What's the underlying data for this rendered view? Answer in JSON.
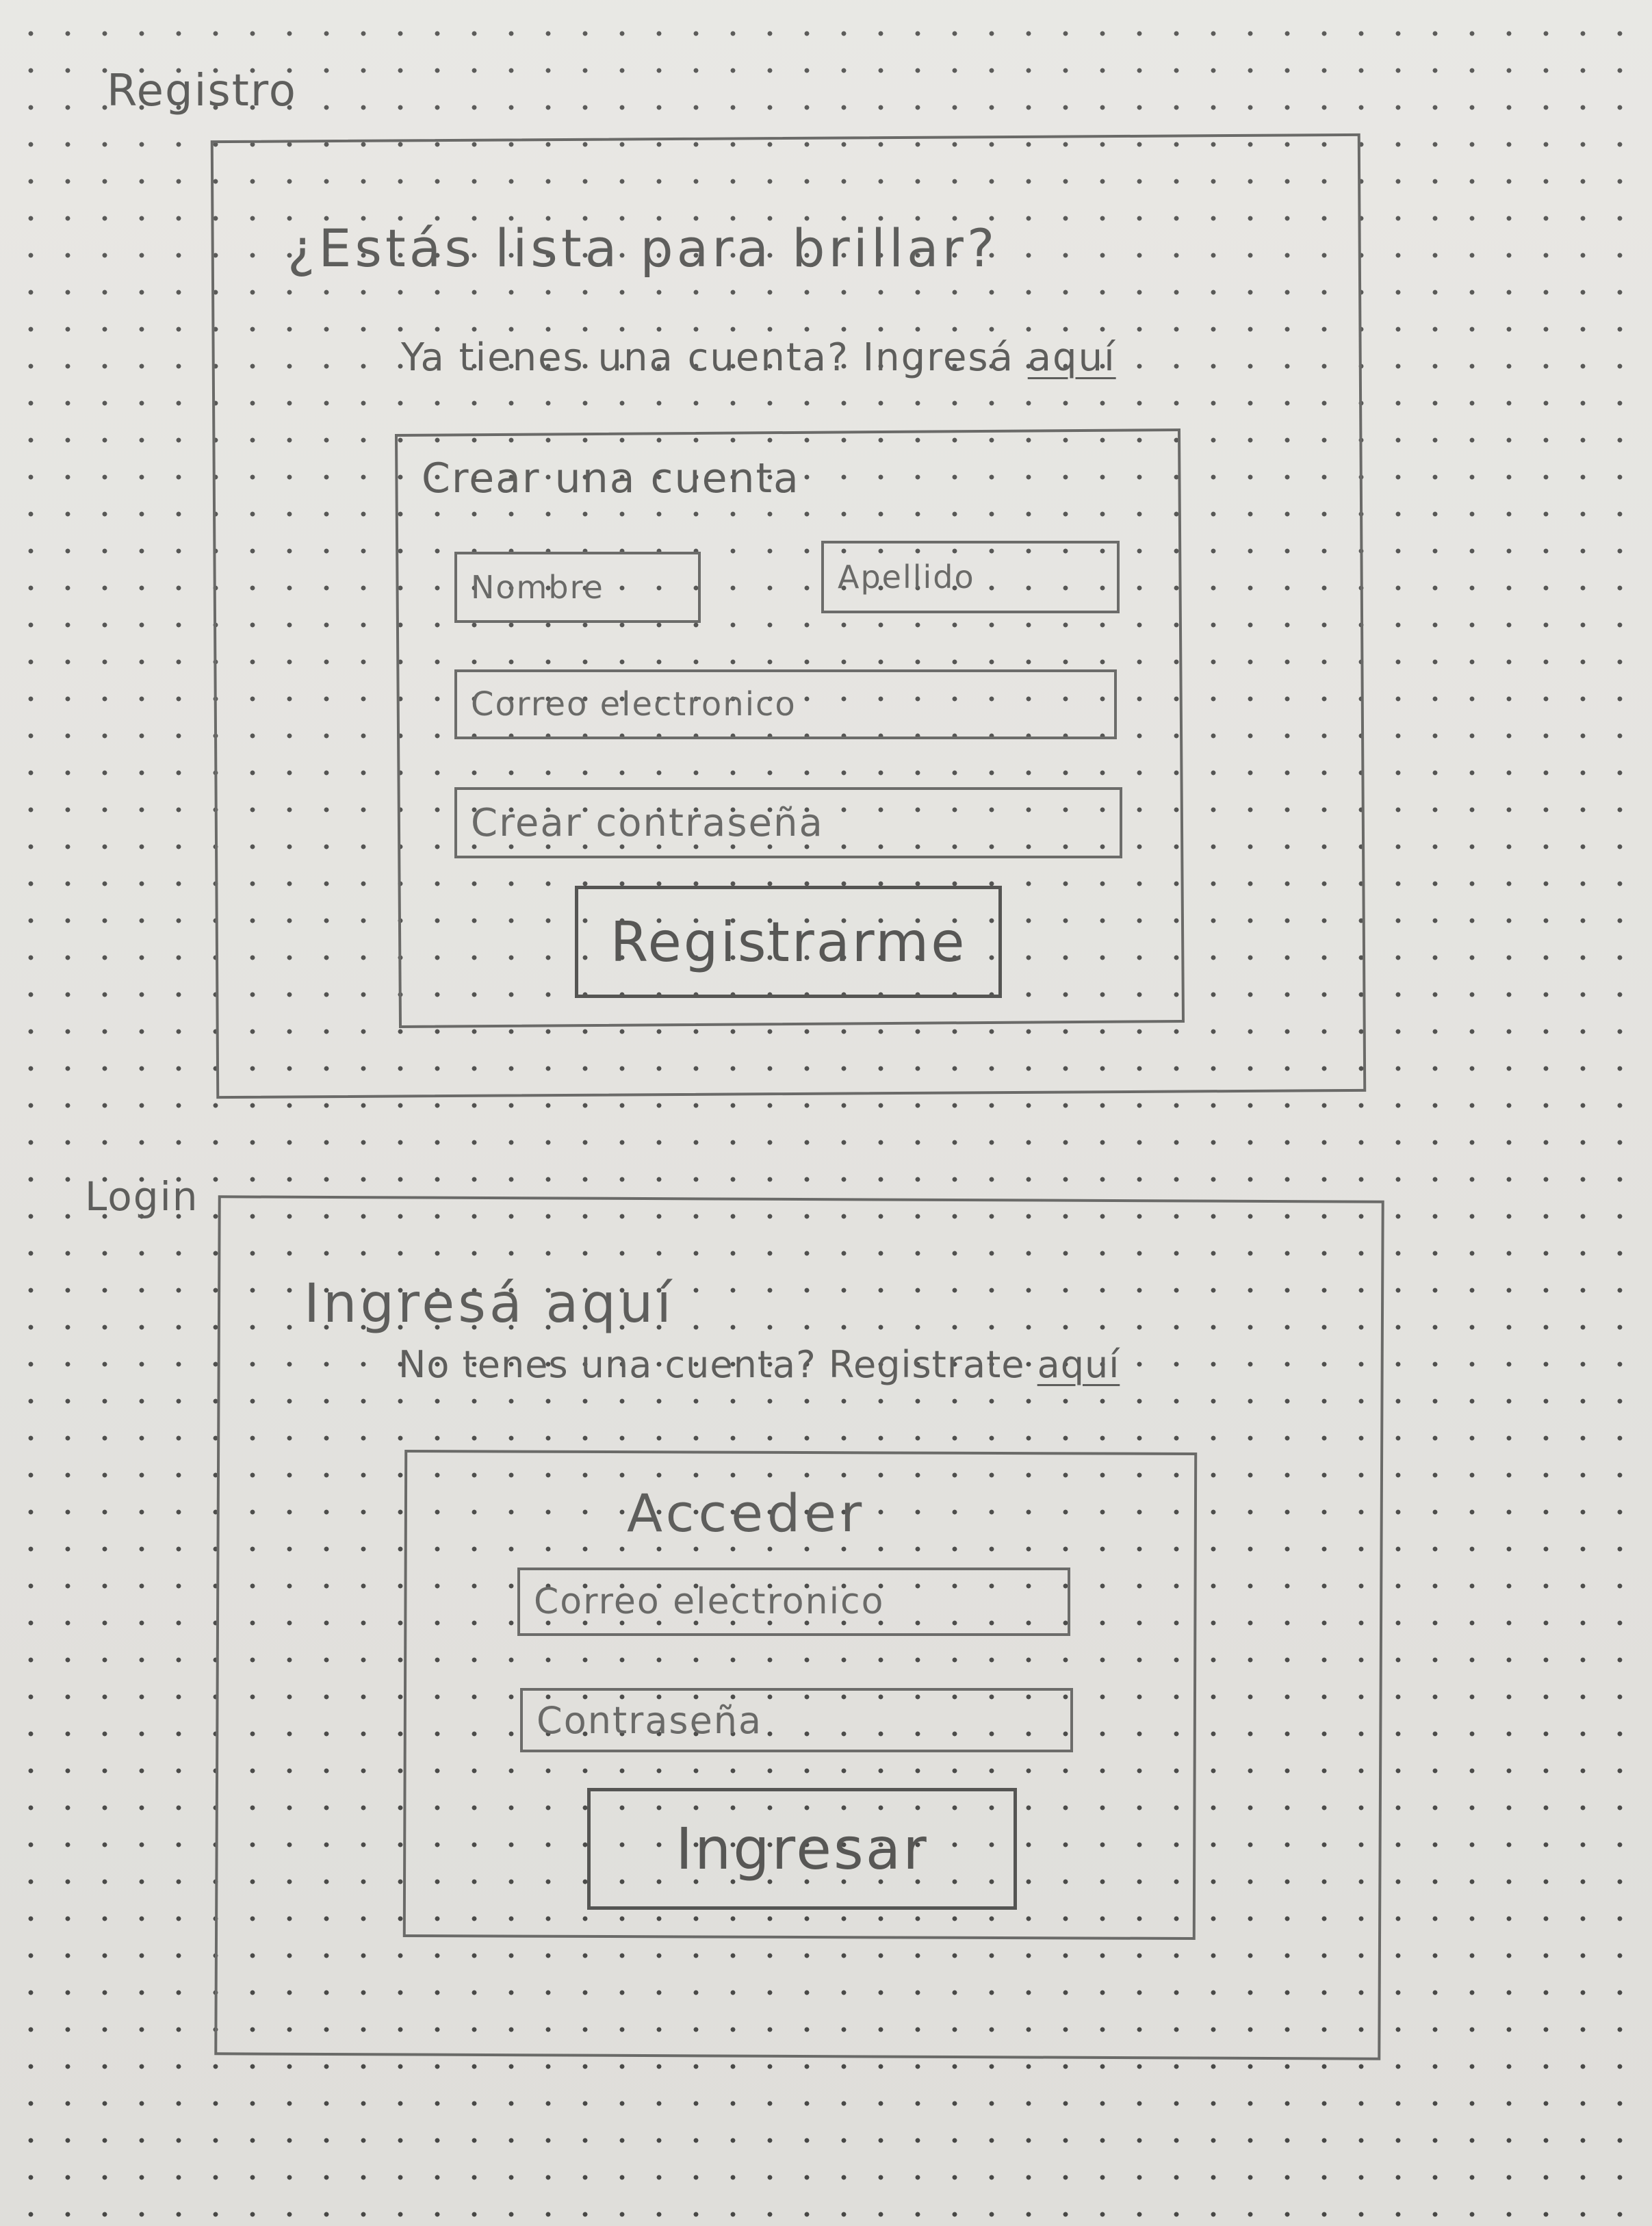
{
  "registro": {
    "section_label": "Registro",
    "heading": "¿Estás lista para brillar?",
    "account_prompt": "Ya tienes una cuenta? Ingresá",
    "account_link": "aquí",
    "form_title": "Crear una cuenta",
    "first_name_placeholder": "Nombre",
    "last_name_placeholder": "Apellido",
    "email_placeholder": "Correo electronico",
    "password_placeholder": "Crear contraseña",
    "submit_label": "Registrarme"
  },
  "login": {
    "section_label": "Login",
    "heading": "Ingresá aquí",
    "account_prompt": "No tenes una cuenta? Registrate",
    "account_link": "aquí",
    "form_title": "Acceder",
    "email_placeholder": "Correo electronico",
    "password_placeholder": "Contraseña",
    "submit_label": "Ingresar"
  }
}
